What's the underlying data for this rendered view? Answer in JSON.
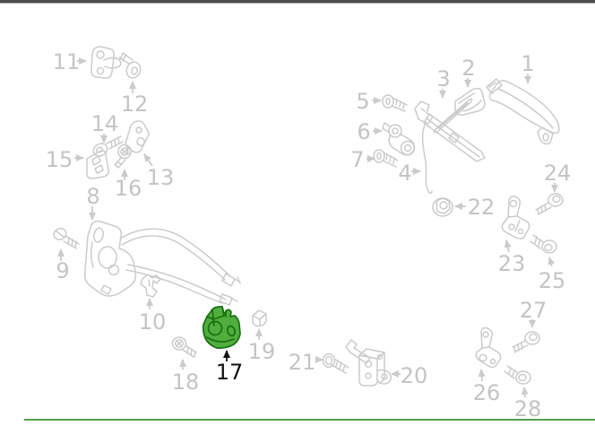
{
  "colors": {
    "top_bar": "#4d4d4d",
    "accent_line": "#55a04e",
    "line": "#cbcbcb",
    "number": "#c4c4c4",
    "selected_number": "#111111",
    "part_fill": "#4fae3d",
    "part_stroke": "#1a6d10",
    "background": "#ffffff"
  },
  "diagram": {
    "selected_part": "17",
    "callouts": {
      "n1": "1",
      "n2": "2",
      "n3": "3",
      "n4": "4",
      "n5": "5",
      "n6": "6",
      "n7": "7",
      "n8": "8",
      "n9": "9",
      "n10": "10",
      "n11": "11",
      "n12": "12",
      "n13": "13",
      "n14": "14",
      "n15": "15",
      "n16": "16",
      "n17": "17",
      "n18": "18",
      "n19": "19",
      "n20": "20",
      "n21": "21",
      "n22": "22",
      "n23": "23",
      "n24": "24",
      "n25": "25",
      "n26": "26",
      "n27": "27",
      "n28": "28"
    }
  }
}
